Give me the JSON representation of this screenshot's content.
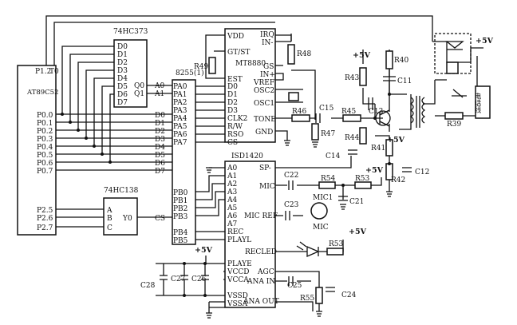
{
  "chips": {
    "mcu": {
      "name": "AT89C52",
      "p12": "P1.2",
      "t0": "T0",
      "p0": [
        "P0.0",
        "P0.1",
        "P0.2",
        "P0.3",
        "P0.4",
        "P0.5",
        "P0.6",
        "P0.7"
      ],
      "p2": [
        "P2.5",
        "P2.6",
        "P2.7"
      ]
    },
    "latch": {
      "name": "74HC373",
      "d": [
        "D0",
        "D1",
        "D2",
        "D3",
        "D4",
        "D5",
        "D6",
        "D7"
      ],
      "q0": "Q0",
      "q1": "Q1"
    },
    "ppi": {
      "name": "8255(1)",
      "a0": "A0",
      "a1": "A1",
      "d": [
        "D0",
        "D1",
        "D2",
        "D3",
        "D4",
        "D5",
        "D6",
        "D7"
      ],
      "pa": [
        "PA0",
        "PA1",
        "PA2",
        "PA3",
        "PA4",
        "PA5",
        "PA6",
        "PA7"
      ],
      "pb": [
        "PB0",
        "PB1",
        "PB2",
        "PB3",
        "PB4",
        "PB5"
      ],
      "cs": "CS"
    },
    "decoder": {
      "name": "74HC138",
      "a": "A",
      "b": "B",
      "c": "C",
      "y0": "Y0"
    },
    "dtmf": {
      "name": "MT8880",
      "left": [
        "VDD",
        "GT/ST",
        "EST"
      ],
      "right": [
        "IRQ",
        "IN-",
        "GS",
        "IN+",
        "VREF",
        "OSC2",
        "OSC1",
        "TONE",
        "GND"
      ],
      "data": [
        "D0",
        "D1",
        "D2",
        "D3",
        "CLK2",
        "R/W",
        "RSO",
        "CS"
      ]
    },
    "voice": {
      "name": "ISD1420",
      "left": [
        "A0",
        "A1",
        "A2",
        "A3",
        "A4",
        "A5",
        "A6",
        "A7",
        "REC",
        "PLAYL",
        "PLAYE",
        "VCCD",
        "VCCA",
        "VSSD",
        "VSSA"
      ],
      "right": [
        "SP-",
        "MIC",
        "MIC REF",
        "RECLED",
        "AGC",
        "ANA IN",
        "ANA OUT"
      ]
    }
  },
  "components": {
    "R49": "R49",
    "R48": "R48",
    "R40": "R40",
    "R43": "R43",
    "R46": "R46",
    "R47": "R47",
    "R45": "R45",
    "R44": "R44",
    "R41": "R41",
    "R42": "R42",
    "R39": "R39",
    "R54": "R54",
    "R53a": "R53",
    "R53b": "R53",
    "R55": "R55",
    "C11": "C11",
    "C15": "C15",
    "C13": "C13",
    "C14": "C14",
    "C22": "C22",
    "C21": "C21",
    "C23": "C23",
    "C12": "C12",
    "C28": "C28",
    "C27": "C27",
    "C26": "C26",
    "C25": "C25",
    "C24": "C24",
    "mic1": "MIC1",
    "mic": "MIC"
  },
  "power": "+5V",
  "phone": "电话线"
}
